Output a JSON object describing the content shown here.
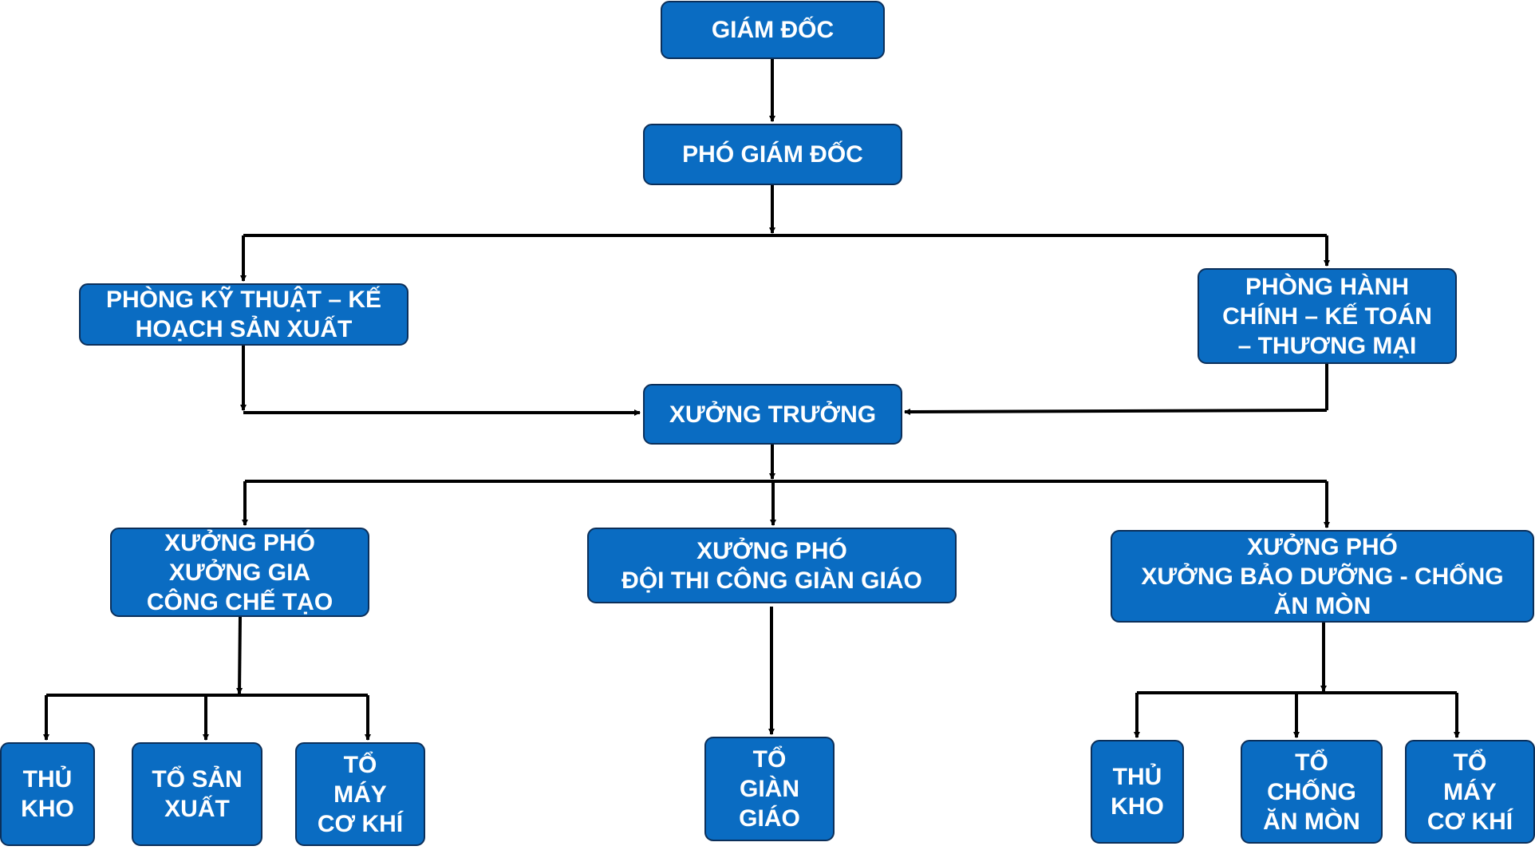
{
  "diagram": {
    "line_color": "#000000",
    "box_fill": "#0a6cc2",
    "box_border": "#0b2f5a",
    "text_color": "#ffffff",
    "nodes": {
      "giam_doc": "GIÁM ĐỐC",
      "pho_giam_doc": "PHÓ GIÁM ĐỐC",
      "phong_ky_thuat": "PHÒNG KỸ THUẬT – KẾ\nHOẠCH SẢN XUẤT",
      "phong_hanh_chinh": "PHÒNG HÀNH\nCHÍNH – KẾ TOÁN\n– THƯƠNG MẠI",
      "xuong_truong": "XƯỞNG TRƯỞNG",
      "xp_gia_cong": "XƯỞNG PHÓ\nXƯỞNG GIA\nCÔNG CHẾ TẠO",
      "xp_gian_giao": "XƯỞNG PHÓ\nĐỘI THI CÔNG GIÀN GIÁO",
      "xp_bao_duong": "XƯỞNG PHÓ\nXƯỞNG BẢO DƯỠNG - CHỐNG\nĂN MÒN",
      "thu_kho_1": "THỦ\nKHO",
      "to_san_xuat": "TỔ SẢN\nXUẤT",
      "to_may_co_khi_1": "TỔ\nMÁY\nCƠ KHÍ",
      "to_gian_giao": "TỔ\nGIÀN\nGIÁO",
      "thu_kho_2": "THỦ\nKHO",
      "to_chong_an_mon": "TỔ\nCHỐNG\nĂN MÒN",
      "to_may_co_khi_2": "TỔ\nMÁY\nCƠ KHÍ"
    }
  }
}
